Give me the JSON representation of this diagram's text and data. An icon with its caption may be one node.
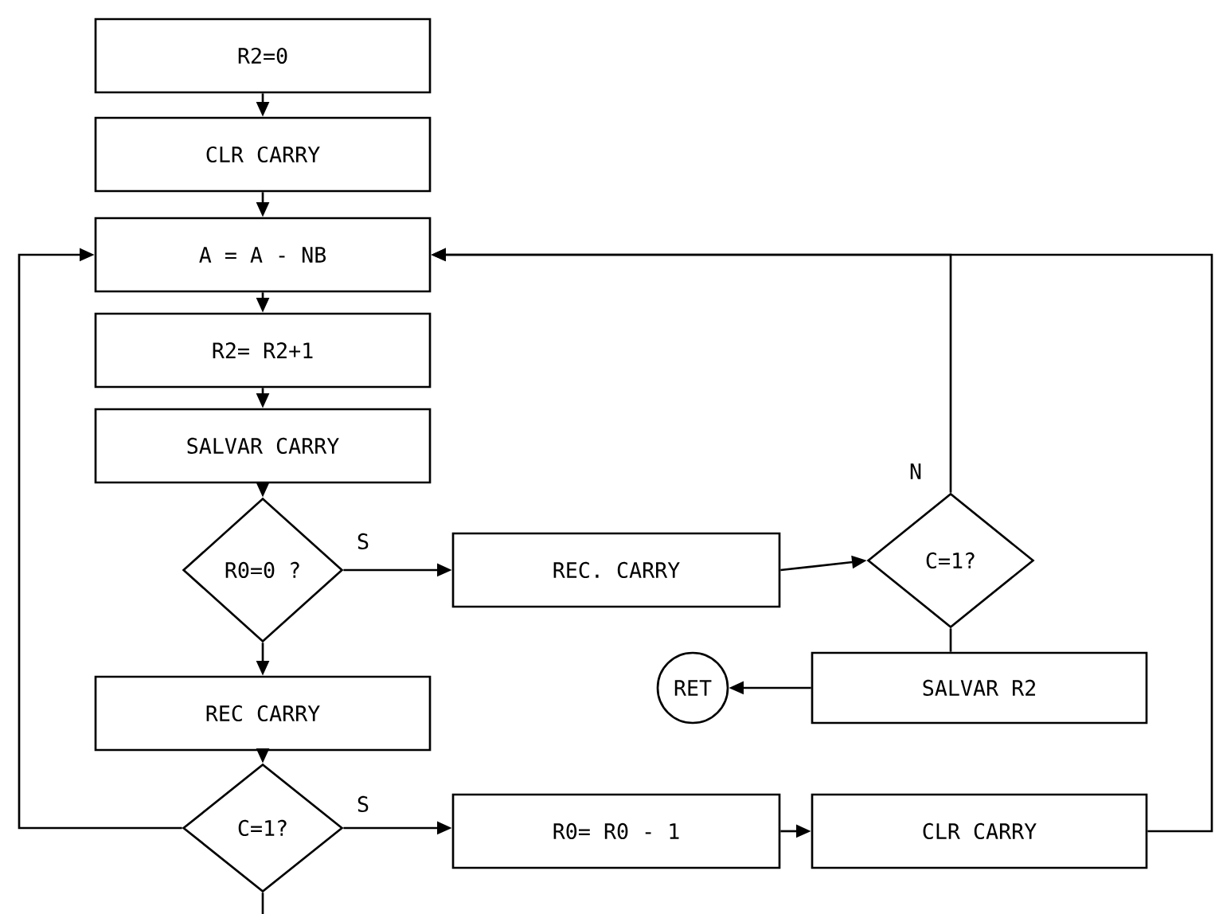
{
  "diagram": {
    "nodes": [
      {
        "text": [
          "R2=0"
        ]
      },
      {
        "text": [
          "CLR CARRY"
        ]
      },
      {
        "text": [
          "A = A - NB"
        ]
      },
      {
        "text": [
          "R2= R2+1"
        ]
      },
      {
        "text": [
          "SALVAR CARRY"
        ]
      },
      {
        "text": [
          "R0=0 ?"
        ]
      },
      {
        "text": [
          "REC. CARRY"
        ]
      },
      {
        "text": [
          "C=1?"
        ]
      },
      {
        "text": [
          "SALVAR R2"
        ]
      },
      {
        "text": [
          "RET"
        ]
      },
      {
        "text": [
          "REC CARRY"
        ]
      },
      {
        "text": [
          "C=1?"
        ]
      },
      {
        "text": [
          "R0= R0 - 1"
        ]
      },
      {
        "text": [
          "CLR CARRY"
        ]
      }
    ],
    "edges": [
      {
        "from": 0,
        "to": 1,
        "arrow": "to"
      },
      {
        "from": 1,
        "to": 2,
        "arrow": "to"
      },
      {
        "from": 2,
        "to": 3,
        "arrow": "to"
      },
      {
        "from": 3,
        "to": 4,
        "arrow": "to"
      },
      {
        "from": 4,
        "to": 5,
        "arrow": "to"
      },
      {
        "from": 5,
        "to": 6,
        "arrow": "to",
        "label": "S"
      },
      {
        "from": 5,
        "to": 10,
        "arrow": "to"
      },
      {
        "from": 6,
        "to": 7,
        "arrow": "to"
      },
      {
        "from": 7,
        "to": 2,
        "arrow": "to",
        "label": "N"
      },
      {
        "from": 7,
        "to": 8,
        "arrow": "none"
      },
      {
        "from": 8,
        "to": 9,
        "arrow": "to"
      },
      {
        "from": 10,
        "to": 11,
        "arrow": "to"
      },
      {
        "from": 11,
        "to": 12,
        "arrow": "to",
        "label": "S"
      },
      {
        "from": 11,
        "to": 2,
        "arrow": "to"
      },
      {
        "from": 12,
        "to": 13,
        "arrow": "to"
      },
      {
        "from": 13,
        "to": 2,
        "arrow": "to"
      },
      {
        "from": 11,
        "to": null,
        "arrow": "none"
      }
    ]
  }
}
